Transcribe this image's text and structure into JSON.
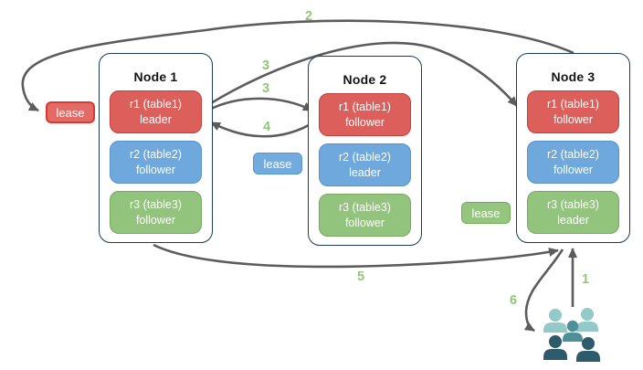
{
  "nodes": [
    {
      "title": "Node 1",
      "replicas": [
        {
          "name": "r1 (table1)",
          "role": "leader",
          "color": "red"
        },
        {
          "name": "r2 (table2)",
          "role": "follower",
          "color": "blue"
        },
        {
          "name": "r3 (table3)",
          "role": "follower",
          "color": "green"
        }
      ]
    },
    {
      "title": "Node 2",
      "replicas": [
        {
          "name": "r1 (table1)",
          "role": "follower",
          "color": "red"
        },
        {
          "name": "r2 (table2)",
          "role": "leader",
          "color": "blue"
        },
        {
          "name": "r3 (table3)",
          "role": "follower",
          "color": "green"
        }
      ]
    },
    {
      "title": "Node 3",
      "replicas": [
        {
          "name": "r1 (table1)",
          "role": "follower",
          "color": "red"
        },
        {
          "name": "r2 (table2)",
          "role": "follower",
          "color": "blue"
        },
        {
          "name": "r3 (table3)",
          "role": "leader",
          "color": "green"
        }
      ]
    }
  ],
  "leases": [
    {
      "label": "lease",
      "color": "red"
    },
    {
      "label": "lease",
      "color": "blue"
    },
    {
      "label": "lease",
      "color": "green"
    }
  ],
  "steps": {
    "s1": "1",
    "s2": "2",
    "s3a": "3",
    "s3b": "3",
    "s4": "4",
    "s5": "5",
    "s6": "6"
  },
  "icons": {
    "clients": "users-group-icon"
  },
  "colors": {
    "replica_red_fill": "#dd5f5b",
    "replica_red_border": "#c4403c",
    "replica_blue_fill": "#6fa8dc",
    "replica_blue_border": "#5991cc",
    "replica_green_fill": "#93c47d",
    "replica_green_border": "#7aa861",
    "lease_red_fill": "#e36a65",
    "lease_red_border": "#d83933",
    "lease_blue_fill": "#74abde",
    "lease_blue_border": "#5596d6",
    "lease_green_fill": "#95c57e",
    "lease_green_border": "#6fae54",
    "node_border": "#1e3a5f",
    "arrow": "#5c5c5c",
    "step_label": "#8ec878",
    "users_light": "#93c9c6",
    "users_mid": "#4f8f99",
    "users_dark": "#2d5b6c"
  }
}
